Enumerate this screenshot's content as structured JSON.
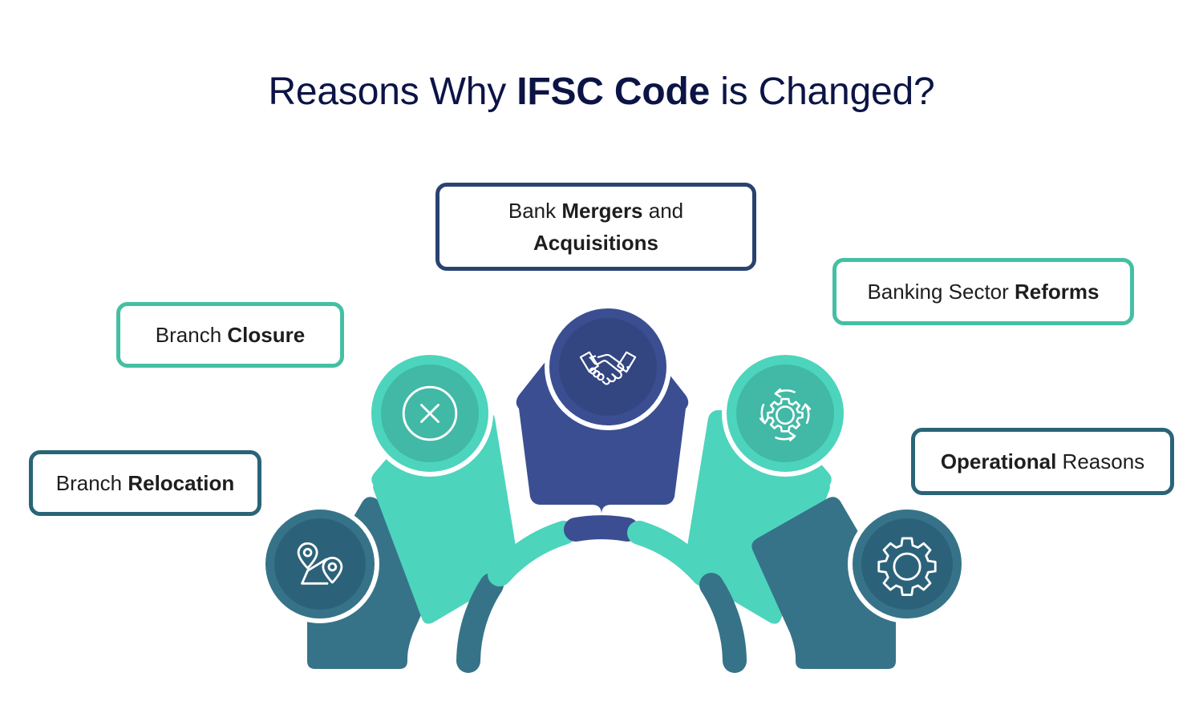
{
  "title": {
    "prefix": "Reasons Why ",
    "emphasis": "IFSC Code",
    "suffix": " is Changed?"
  },
  "colors": {
    "title": "#0C1446",
    "navy": "#3B4E92",
    "navy_border": "#2A4270",
    "teal": "#4DD4BC",
    "teal_border": "#45BFA4",
    "teal_dark": "#41B9A6",
    "steel": "#367389",
    "steel_border": "#2A6478",
    "steel_dark": "#2C6279",
    "background": "#FFFFFF",
    "text": "#1E1E1E"
  },
  "reasons": [
    {
      "id": "branch-relocation",
      "label_prefix": "Branch ",
      "label_emphasis": "Relocation",
      "label_suffix": "",
      "icon": "location-pins-relocation-icon",
      "color": "#367389",
      "border_color": "#2A6478",
      "position": "far-left"
    },
    {
      "id": "branch-closure",
      "label_prefix": "Branch ",
      "label_emphasis": "Closure",
      "label_suffix": "",
      "icon": "close-x-icon",
      "color": "#4DD4BC",
      "border_color": "#45BFA4",
      "position": "left"
    },
    {
      "id": "bank-mergers-and-acquisitions",
      "label_prefix": "Bank ",
      "label_emphasis": "Mergers",
      "label_suffix": " and ",
      "label_emphasis2": "Acquisitions",
      "icon": "handshake-icon",
      "color": "#3B4E92",
      "border_color": "#2A4270",
      "position": "center"
    },
    {
      "id": "banking-sector-reforms",
      "label_prefix": "Banking Sector ",
      "label_emphasis": "Reforms",
      "label_suffix": "",
      "icon": "gear-cycle-arrows-icon",
      "color": "#4DD4BC",
      "border_color": "#45BFA4",
      "position": "right"
    },
    {
      "id": "operational-reasons",
      "label_prefix": "",
      "label_emphasis": "Operational",
      "label_suffix": " Reasons",
      "icon": "gear-icon",
      "color": "#367389",
      "border_color": "#2A6478",
      "position": "far-right"
    }
  ],
  "diagram": {
    "type": "radial-fan",
    "segment_count": 5,
    "segment_colors": [
      "#367389",
      "#4DD4BC",
      "#3B4E92",
      "#4DD4BC",
      "#367389"
    ],
    "inner_arc_colors": [
      "#367389",
      "#4DD4BC",
      "#3B4E92",
      "#4DD4BC",
      "#367389"
    ],
    "inner_arc_present": true
  }
}
